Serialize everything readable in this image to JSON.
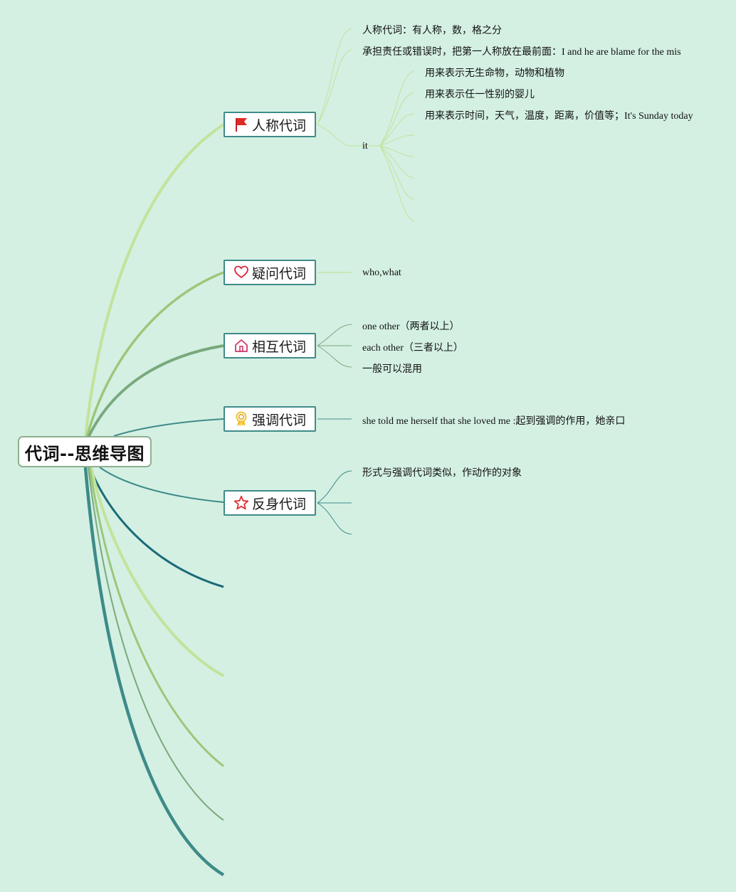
{
  "root": {
    "title": "代词--思维导图"
  },
  "topics": [
    {
      "label": "人称代词",
      "icon": "red-flag-icon",
      "children": [
        "人称代词：有人称，数，格之分",
        "承担责任或错误时，把第一人称放在最前面：I and he are blame for the mis",
        "it"
      ],
      "it_children": [
        "用来表示无生命物，动物和植物",
        "用来表示任一性别的婴儿",
        "用来表示时间，天气，温度，距离，价值等；It's Sunday today"
      ]
    },
    {
      "label": "疑问代词",
      "icon": "heart-icon",
      "children": [
        "who,what"
      ]
    },
    {
      "label": "相互代词",
      "icon": "house-icon",
      "children": [
        "one other（两者以上）",
        "each other（三者以上）",
        "一般可以混用"
      ]
    },
    {
      "label": "强调代词",
      "icon": "award-medal-icon",
      "children": [
        "she told me herself that she loved me :起到强调的作用，她亲口"
      ]
    },
    {
      "label": "反身代词",
      "icon": "star-icon",
      "children": [
        "形式与强调代词类似，作动作的对象"
      ]
    }
  ],
  "colors": {
    "background": "#d4f0e3",
    "topic_border": "#3e8b88",
    "root_border": "#8fb08f",
    "branch_light_green": "#c2e39a",
    "branch_mid_green": "#9cc77a",
    "branch_sage": "#79a97c",
    "branch_teal": "#3e8b88",
    "branch_dark_teal": "#1a6a78"
  }
}
